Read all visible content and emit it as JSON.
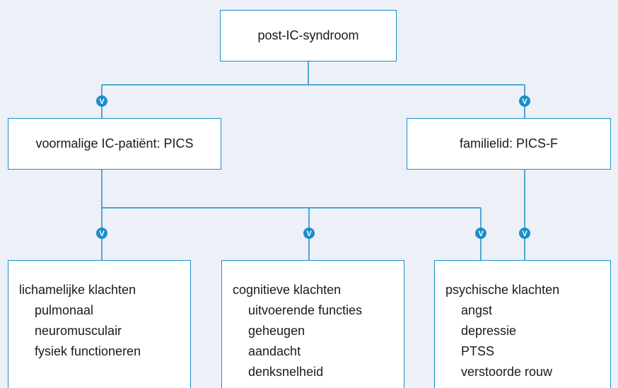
{
  "root": {
    "label": "post-IC-syndroom"
  },
  "patient": {
    "label": "voormalige IC-patiënt: PICS"
  },
  "family": {
    "label": "familielid: PICS-F"
  },
  "categories": [
    {
      "title": "lichamelijke klachten",
      "items": [
        "pulmonaal",
        "neuromusculair",
        "fysiek functioneren"
      ]
    },
    {
      "title": "cognitieve klachten",
      "items": [
        "uitvoerende functies",
        "geheugen",
        "aandacht",
        "denksnelheid"
      ]
    },
    {
      "title": "psychische klachten",
      "items": [
        "angst",
        "depressie",
        "PTSS",
        "verstoorde rouw"
      ]
    }
  ],
  "connector_marker": "V",
  "colors": {
    "line": "#1b8fc9",
    "marker": "#1b8fc9",
    "background": "#eef0f7",
    "box": "#ffffff"
  }
}
